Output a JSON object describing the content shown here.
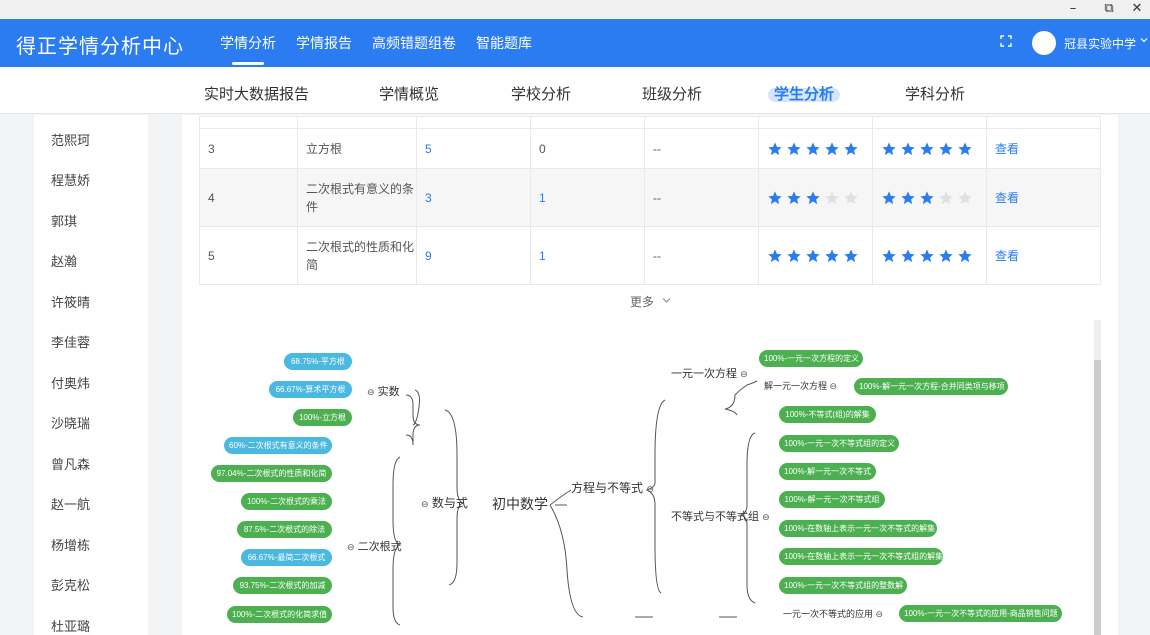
{
  "window": {
    "minimize": "–",
    "restore": "⧉",
    "close": "✕"
  },
  "header": {
    "brand": "得正学情分析中心",
    "nav": [
      "学情分析",
      "学情报告",
      "高频错题组卷",
      "智能题库"
    ],
    "active_nav": "学情分析",
    "school": "冠县实验中学",
    "fullscreen_icon": "fullscreen-icon",
    "accent": "#2a7cf0"
  },
  "subtabs": [
    "实时大数据报告",
    "学情概览",
    "学校分析",
    "班级分析",
    "学生分析",
    "学科分析"
  ],
  "active_subtab": "学生分析",
  "sidebar": {
    "students": [
      "范熙珂",
      "程慧娇",
      "郭琪",
      "赵瀚",
      "许筱晴",
      "李佳蓉",
      "付奥炜",
      "沙晓瑞",
      "曾凡森",
      "赵一航",
      "杨增栋",
      "彭克松",
      "杜亚璐"
    ]
  },
  "table": {
    "rows": [
      {
        "no": "3",
        "name": "立方根",
        "c1": "5",
        "c2": "0",
        "c3": "--",
        "r1": 5,
        "r2": 5,
        "action": "查看"
      },
      {
        "no": "4",
        "name": "二次根式有意义的条件",
        "c1": "3",
        "c2": "1",
        "c3": "--",
        "r1": 3,
        "r2": 3,
        "action": "查看"
      },
      {
        "no": "5",
        "name": "二次根式的性质和化简",
        "c1": "9",
        "c2": "1",
        "c3": "--",
        "r1": 5,
        "r2": 5,
        "action": "查看"
      }
    ],
    "star_on": "#2a7cf0",
    "star_off": "#e0e0e0"
  },
  "more_label": "更多",
  "mindmap": {
    "root": "初中数学",
    "branch1": "数与式",
    "branch2": "方程与不等式",
    "shiShu": "实数",
    "erCi": "二次根式",
    "yiYuan": "一元一次方程",
    "jieYiYuan": "解一元一次方程",
    "budengshi": "不等式与不等式组",
    "yingyong": "一元一次不等式的应用",
    "left_pills": [
      {
        "text": "68.75%-平方根",
        "color": "b"
      },
      {
        "text": "66.67%-算术平方根",
        "color": "b"
      },
      {
        "text": "100%-立方根",
        "color": "g"
      },
      {
        "text": "60%-二次根式有意义的条件",
        "color": "b"
      },
      {
        "text": "97.04%-二次根式的性质和化简",
        "color": "g"
      },
      {
        "text": "100%-二次根式的乘法",
        "color": "g"
      },
      {
        "text": "87.5%-二次根式的除法",
        "color": "g"
      },
      {
        "text": "66.67%-最简二次根式",
        "color": "b"
      },
      {
        "text": "93.75%-二次根式的加减",
        "color": "g"
      },
      {
        "text": "100%-二次根式的化简求值",
        "color": "g"
      }
    ],
    "right_pills": [
      {
        "text": "100%-一元一次方程的定义"
      },
      {
        "text": "100%-解一元一次方程-合并同类项与移项"
      },
      {
        "text": "100%-不等式(组)的解集"
      },
      {
        "text": "100%-一元一次不等式组的定义"
      },
      {
        "text": "100%-解一元一次不等式"
      },
      {
        "text": "100%-解一元一次不等式组"
      },
      {
        "text": "100%-在数轴上表示一元一次不等式的解集"
      },
      {
        "text": "100%-在数轴上表示一元一次不等式组的解集"
      },
      {
        "text": "100%-一元一次不等式组的整数解"
      },
      {
        "text": "100%-一元一次不等式的应用-商品销售问题"
      }
    ]
  }
}
